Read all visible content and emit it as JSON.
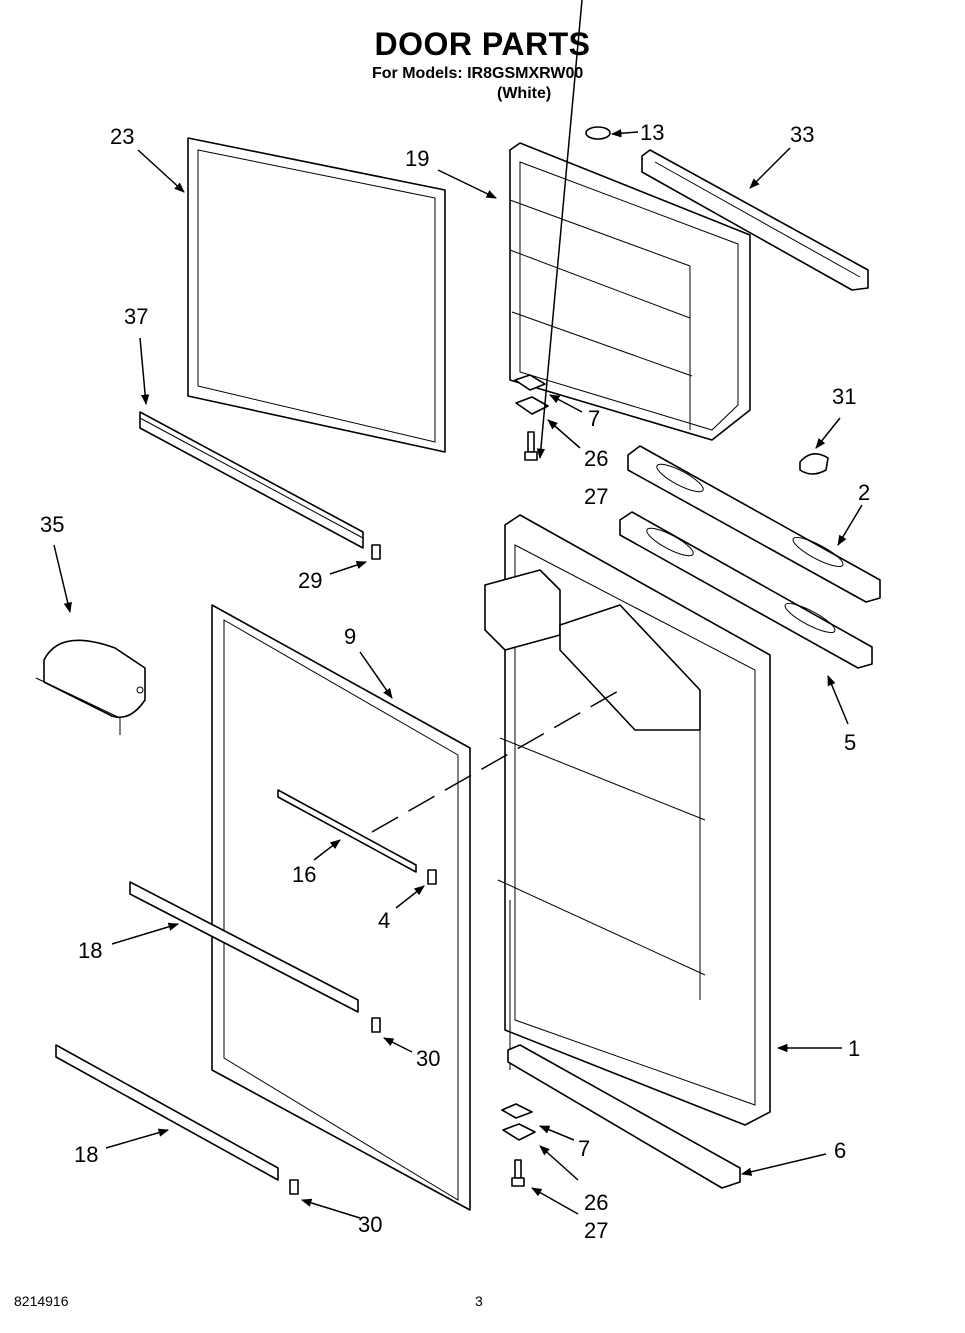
{
  "header": {
    "title": "DOOR PARTS",
    "models": "For Models: IR8GSMXRW00",
    "color": "(White)"
  },
  "footer": {
    "document_number": "8214916",
    "page_number": "3"
  },
  "callouts": [
    {
      "id": "1",
      "part": "fresh-food-door"
    },
    {
      "id": "2",
      "part": "door-handle-upper"
    },
    {
      "id": "4",
      "part": "end-cap"
    },
    {
      "id": "5",
      "part": "door-handle-lower"
    },
    {
      "id": "6",
      "part": "bottom-door-trim"
    },
    {
      "id": "7",
      "part": "hinge-bracket"
    },
    {
      "id": "9",
      "part": "fresh-food-door-gasket"
    },
    {
      "id": "13",
      "part": "plug"
    },
    {
      "id": "16",
      "part": "trim-strip"
    },
    {
      "id": "18",
      "part": "door-shelf-trim"
    },
    {
      "id": "19",
      "part": "freezer-door"
    },
    {
      "id": "23",
      "part": "freezer-door-gasket"
    },
    {
      "id": "26",
      "part": "hinge-spacer"
    },
    {
      "id": "27",
      "part": "screw"
    },
    {
      "id": "29",
      "part": "end-cap"
    },
    {
      "id": "30",
      "part": "end-cap"
    },
    {
      "id": "31",
      "part": "plug-button"
    },
    {
      "id": "33",
      "part": "top-door-trim"
    },
    {
      "id": "35",
      "part": "dairy-door"
    },
    {
      "id": "37",
      "part": "freezer-shelf-trim"
    }
  ],
  "labels": {
    "l23": "23",
    "l37": "37",
    "l35": "35",
    "l29": "29",
    "l19": "19",
    "l13": "13",
    "l33": "33",
    "l7a": "7",
    "l26a": "26",
    "l27a": "27",
    "l31": "31",
    "l2": "2",
    "l5": "5",
    "l9": "9",
    "l16": "16",
    "l4": "4",
    "l18a": "18",
    "l30a": "30",
    "l1": "1",
    "l18b": "18",
    "l7b": "7",
    "l6": "6",
    "l26b": "26",
    "l27b": "27",
    "l30b": "30"
  }
}
